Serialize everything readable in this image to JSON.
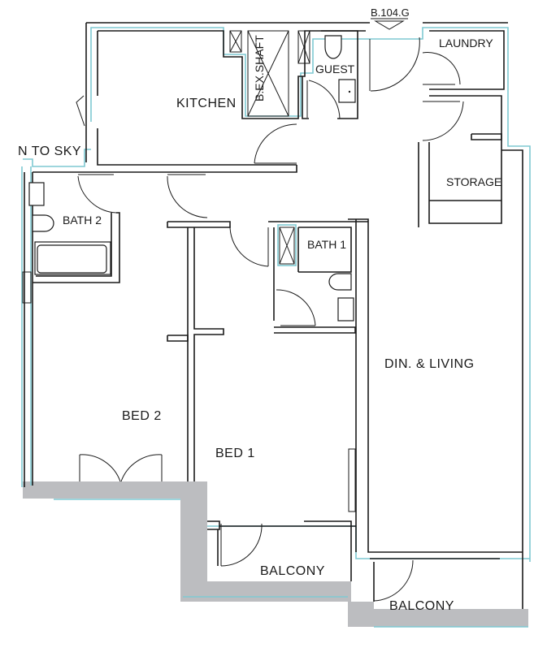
{
  "plan": {
    "reference_tag": "B.104.G",
    "rooms": {
      "kitchen": "KITCHEN",
      "shaft": "B.EX.SHAFT",
      "guest": "GUEST",
      "laundry": "LAUNDRY",
      "storage": "STORAGE",
      "open_to_sky": "N TO SKY",
      "bath2": "BATH 2",
      "bath1": "BATH 1",
      "din_living": "DIN. & LIVING",
      "bed2": "BED 2",
      "bed1": "BED 1",
      "balcony_1": "BALCONY",
      "balcony_2": "BALCONY"
    },
    "colors": {
      "wall": "#1a1a1a",
      "glazing_outline": "#7fc9d2",
      "slab": "#bcbdc0",
      "background": "#ffffff"
    }
  }
}
